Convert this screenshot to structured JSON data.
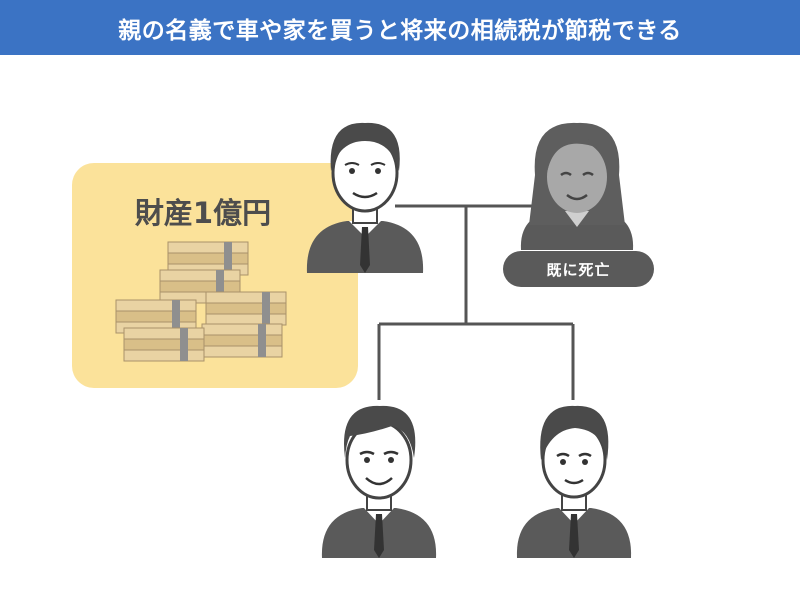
{
  "header": {
    "title": "親の名義で車や家を買うと将来の相続税が節税できる"
  },
  "asset": {
    "label": "財産1億円"
  },
  "mother": {
    "status": "既に死亡"
  },
  "colors": {
    "header_bg": "#3b73c4",
    "asset_bg": "#fbe29a",
    "figure_gray": "#5a5a5a",
    "line": "#555555",
    "money": "#e8d2a0"
  }
}
